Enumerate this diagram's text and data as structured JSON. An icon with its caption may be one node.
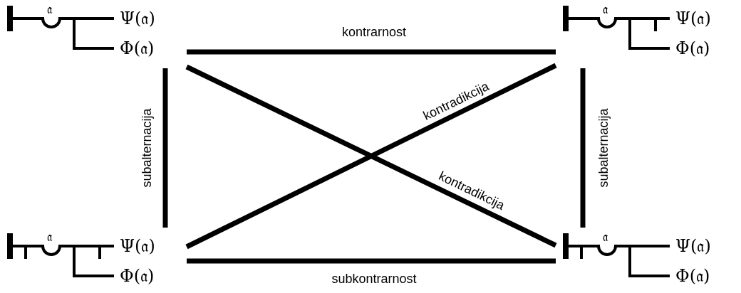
{
  "diagram": {
    "nodes": [
      {
        "text": [
          "𝔞",
          "Ψ(𝔞)",
          "Φ(𝔞)"
        ]
      },
      {
        "text": [
          "𝔞",
          "Ψ(𝔞)",
          "Φ(𝔞)"
        ]
      },
      {
        "text": [
          "𝔞",
          "Ψ(𝔞)",
          "Φ(𝔞)"
        ]
      },
      {
        "text": [
          "𝔞",
          "Ψ(𝔞)",
          "Φ(𝔞)"
        ]
      }
    ],
    "edges": [
      {
        "from": 0,
        "to": 1,
        "arrow": "none",
        "label": "kontrarnost"
      },
      {
        "from": 0,
        "to": 2,
        "arrow": "none",
        "label": "subalternacija"
      },
      {
        "from": 0,
        "to": 3,
        "arrow": "none",
        "label": "kontradikcija"
      },
      {
        "from": 1,
        "to": 2,
        "arrow": "none",
        "label": "kontradikcija"
      },
      {
        "from": 1,
        "to": 3,
        "arrow": "none",
        "label": "subalternacija"
      },
      {
        "from": 2,
        "to": 3,
        "arrow": "none",
        "label": "subkontrarnost"
      }
    ]
  }
}
